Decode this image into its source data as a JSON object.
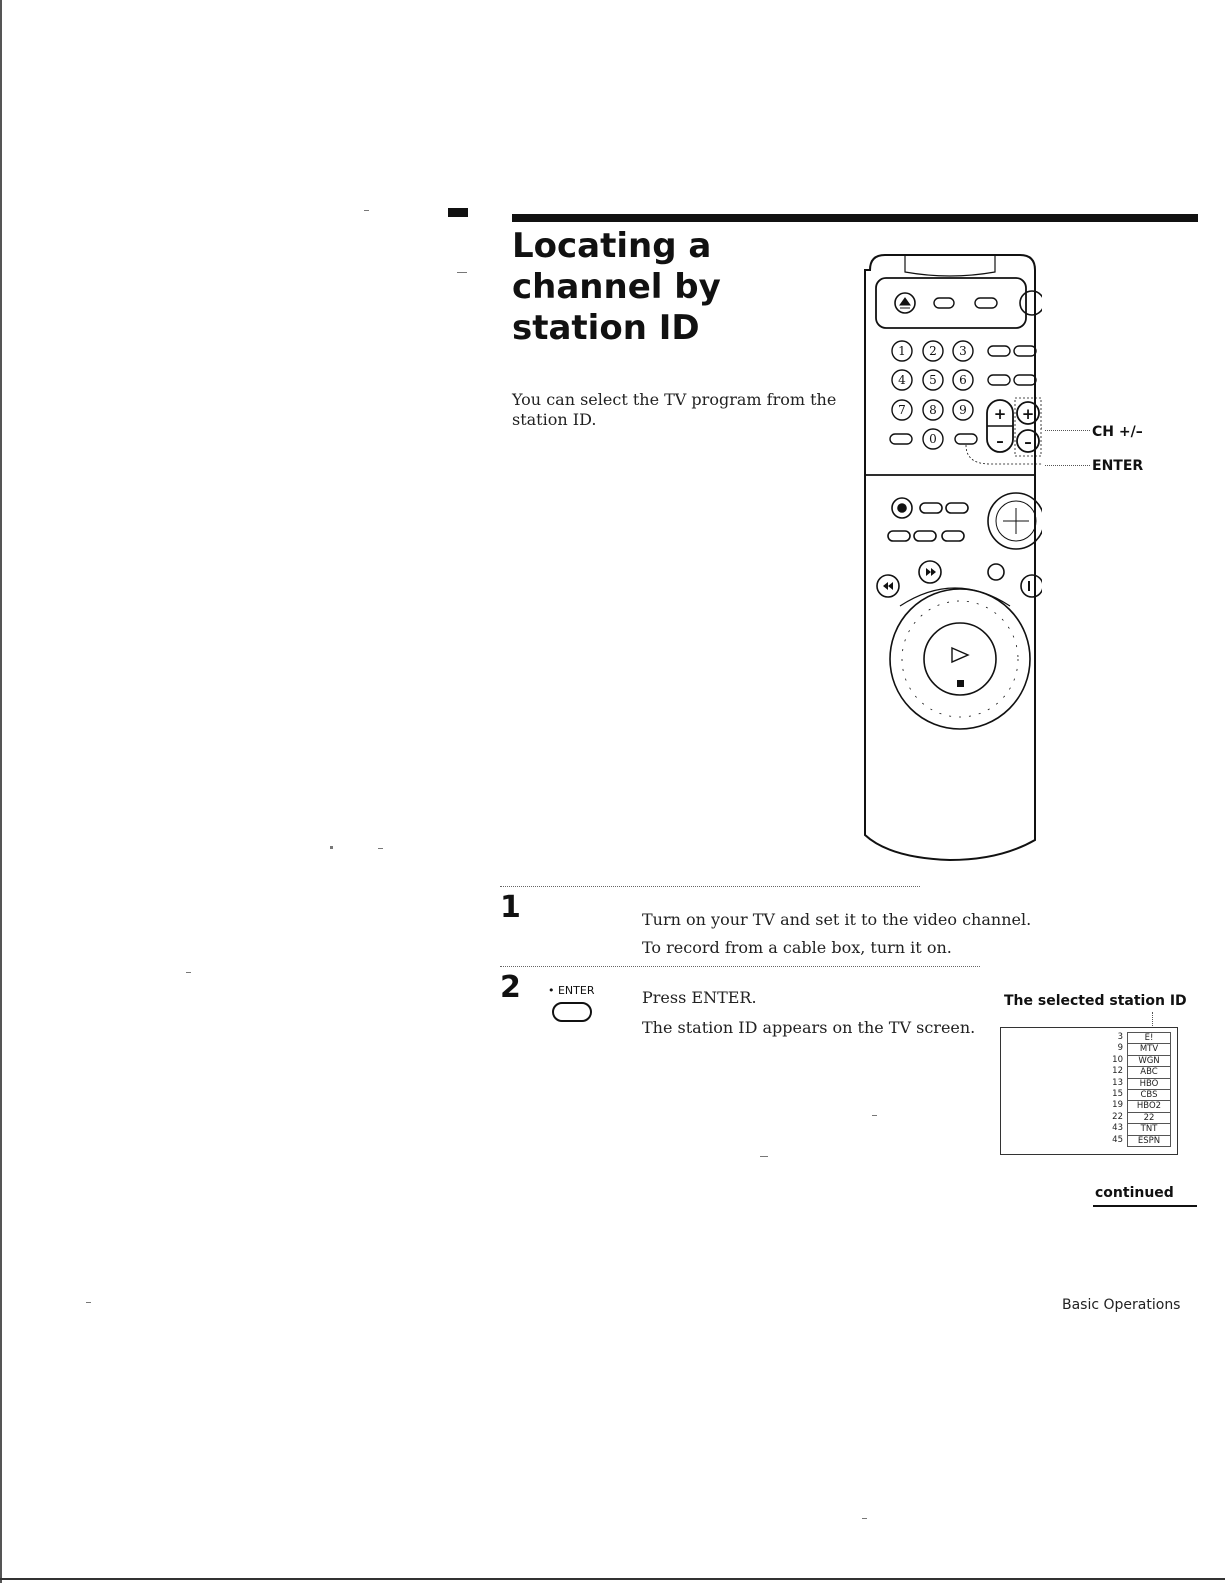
{
  "title": {
    "line1": "Locating a",
    "line2": "channel by",
    "line3": "station ID"
  },
  "intro": "You can select the TV program from the station ID.",
  "remote": {
    "callouts": {
      "ch": "CH +/–",
      "enter": "ENTER"
    },
    "digits": [
      "1",
      "2",
      "3",
      "4",
      "5",
      "6",
      "7",
      "8",
      "9",
      "0"
    ],
    "plus": "+",
    "minus": "–"
  },
  "steps": [
    {
      "number": "1",
      "lines": [
        "Turn on your TV and set it to the video channel.",
        "To record from a cable box, turn it on."
      ]
    },
    {
      "number": "2",
      "button_label": "• ENTER",
      "lines": [
        "Press ENTER.",
        "The station ID appears on the TV screen."
      ]
    }
  ],
  "screen": {
    "caption": "The selected station ID",
    "channels": [
      {
        "num": "3",
        "id": "E!"
      },
      {
        "num": "9",
        "id": "MTV"
      },
      {
        "num": "10",
        "id": "WGN"
      },
      {
        "num": "12",
        "id": "ABC"
      },
      {
        "num": "13",
        "id": "HBO"
      },
      {
        "num": "15",
        "id": "CBS"
      },
      {
        "num": "19",
        "id": "HBO2"
      },
      {
        "num": "22",
        "id": "22"
      },
      {
        "num": "43",
        "id": "TNT"
      },
      {
        "num": "45",
        "id": "ESPN"
      }
    ]
  },
  "continued": "continued",
  "footer": "Basic Operations"
}
